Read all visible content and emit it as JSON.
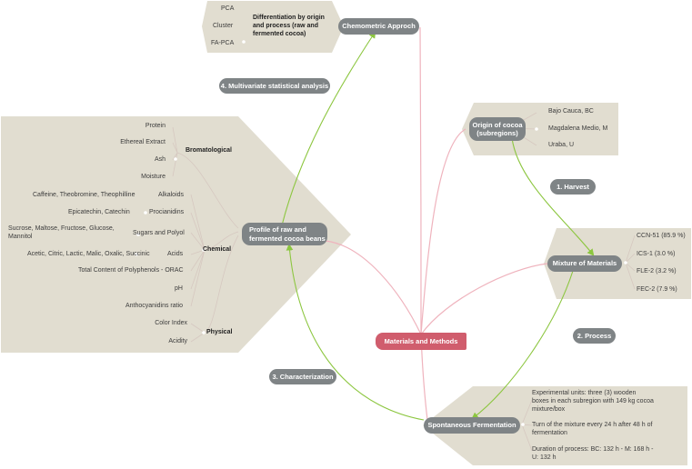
{
  "central": "Materials and Methods",
  "nodes": {
    "chemometric": "Chemometric Approch",
    "multivariate": "4. Multivariate statistical analysis",
    "origin": "Origin of cocoa (subregions)",
    "harvest": "1. Harvest",
    "mixture": "Mixture of Materials",
    "process": "2. Process",
    "profile": "Profile of raw and fermented cocoa beans",
    "characterization": "3. Characterization",
    "fermentation": "Spontaneous Fermentation"
  },
  "chemometric": {
    "methods": [
      "PCA",
      "Cluster",
      "FA-PCA"
    ],
    "purpose": "Differentiation by origin and process (raw and fermented cocoa)"
  },
  "origin": {
    "subregions": [
      "Bajo Cauca, BC",
      "Magdalena Medio, M",
      "Uraba, U"
    ]
  },
  "mixture": {
    "items": [
      "CCN-51 (85.9 %)",
      "ICS-1 (3.0 %)",
      "FLE-2 (3.2 %)",
      "FEC-2 (7.9 %)"
    ]
  },
  "fermentation": {
    "notes": [
      "Experimental units: three (3) wooden boxes in each subregion with 149 kg cocoa mixture/box",
      "Turn of the mixture every 24 h after 48 h of fermentation",
      "Duration of process: BC: 132 h -  M: 168 h - U: 132 h"
    ]
  },
  "profile": {
    "bromatological": {
      "label": "Bromatological",
      "items": [
        "Protein",
        "Ethereal Extract",
        "Ash",
        "Moisture"
      ]
    },
    "chemical": {
      "label": "Chemical",
      "alkaloids": {
        "label": "Alkaloids",
        "detail": "Caffeine, Theobromine, Theophilline"
      },
      "procianidins": {
        "label": "Procianidins",
        "detail": "Epicatechin, Catechin"
      },
      "sugars": {
        "label": "Sugars and Polyol",
        "detail": "Sucrose, Maltose, Fructose, Glucose, Mannitol"
      },
      "acids": {
        "label": "Acids",
        "detail": "Acetic, Citric, Lactic, Malic, Oxalic, Succinic"
      },
      "orac": "Total Content of Polyphenols - ORAC",
      "ph": "pH",
      "anthocyanidins": "Anthocyanidins ratio"
    },
    "physical": {
      "label": "Physical",
      "items": [
        "Color Index",
        "Acidity"
      ]
    }
  },
  "colors": {
    "panel": "#e1ddd0",
    "node": "#7f8486",
    "central": "#d05d6d",
    "green_arrow": "#8cc63f",
    "pink_line": "#efb3bd"
  }
}
